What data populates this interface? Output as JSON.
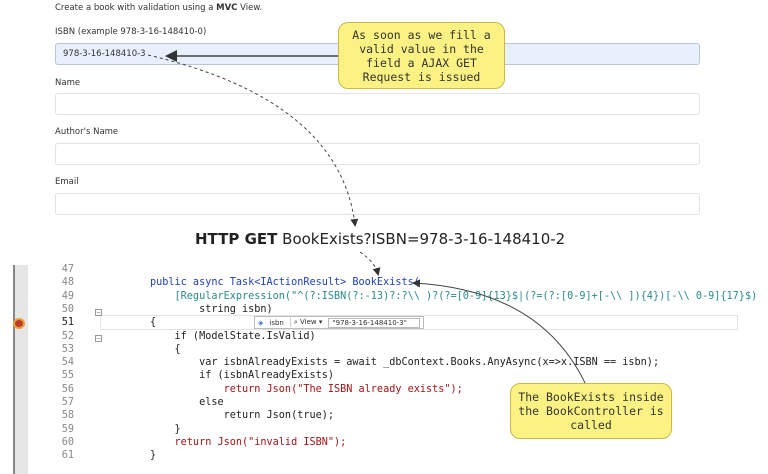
{
  "form": {
    "intro_prefix": "Create a book with validation using a ",
    "intro_bold": "MVC",
    "intro_suffix": " View.",
    "isbn_label": "ISBN (example 978-3-16-148410-0)",
    "isbn_value": "978-3-16-148410-3",
    "name_label": "Name",
    "author_label": "Author's Name",
    "email_label": "Email"
  },
  "callouts": {
    "top": "As soon as we fill a valid value in the field a AJAX GET Request is issued",
    "bottom": "The BookExists inside the BookController is called"
  },
  "http": {
    "method": "HTTP GET",
    "path": "BookExists?ISBN=978-3-16-148410-2"
  },
  "code": {
    "line_numbers": [
      "47",
      "48",
      "49",
      "50",
      "51",
      "52",
      "53",
      "54",
      "55",
      "56",
      "57",
      "58",
      "59",
      "60",
      "61"
    ],
    "current_line": "51",
    "lines": [
      "",
      "public async Task<IActionResult> BookExists(",
      "    [RegularExpression(\"^(?:ISBN(?:-13)?:?\\\\ )?(?=[0-9]{13}$|(?=(?:[0-9]+[-\\\\ ]){4})[-\\\\ 0-9]{17}$)",
      "        string isbn)",
      "{",
      "    if (ModelState.IsValid)",
      "    {",
      "        var isbnAlreadyExists = await _dbContext.Books.AnyAsync(x=>x.ISBN == isbn);",
      "        if (isbnAlreadyExists)",
      "            return Json(\"The ISBN already exists\");",
      "        else",
      "            return Json(true);",
      "    }",
      "    return Json(\"invalid ISBN\");",
      "}"
    ]
  },
  "datatip": {
    "name": "isbn",
    "view_label": "View",
    "value": "\"978-3-16-148410-3\""
  }
}
